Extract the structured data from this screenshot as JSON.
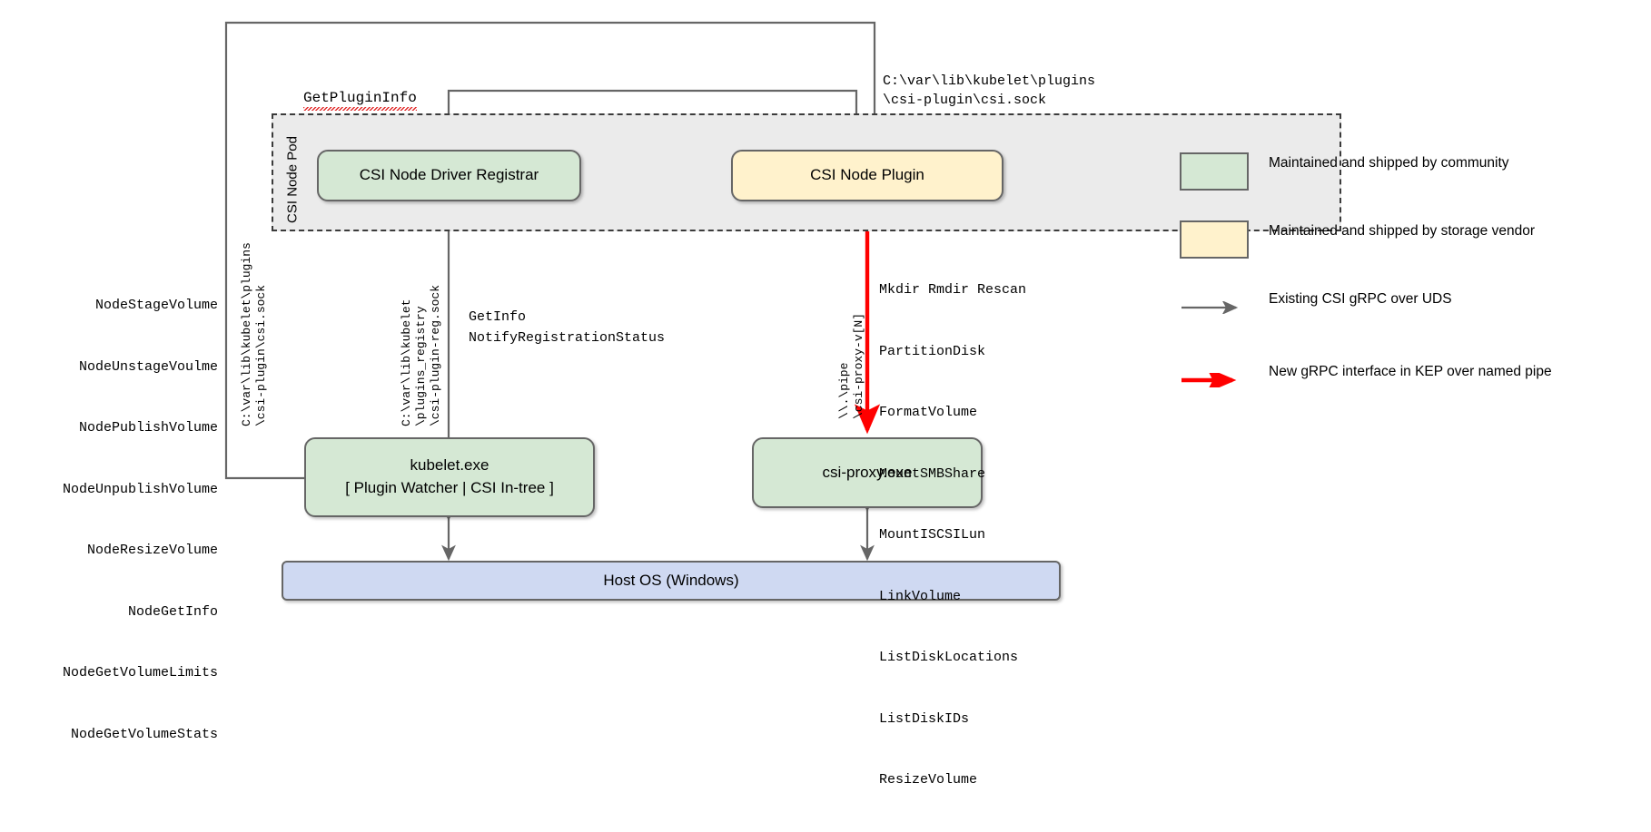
{
  "diagram": {
    "title_container": "CSI Node Pod",
    "nodes": {
      "registrar": "CSI Node Driver Registrar",
      "plugin": "CSI Node Plugin",
      "kubelet_line1": "kubelet.exe",
      "kubelet_line2": "[ Plugin Watcher | CSI In-tree ]",
      "proxy": "csi-proxy.exe",
      "host_os": "Host OS (Windows)"
    },
    "labels": {
      "get_plugin_info": "GetPluginInfo",
      "plugin_socket_path": "C:\\var\\lib\\kubelet\\plugins\n\\csi-plugin\\csi.sock",
      "registrar_calls": "GetInfo\nNotifyRegistrationStatus",
      "csi_uds_path_left": "C:\\var\\lib\\kubelet\\plugins\n\\csi-plugin\\csi.sock",
      "registry_sock_path": "C:\\var\\lib\\kubelet\n\\plugins_registry\n\\csi-plugin-reg.sock",
      "named_pipe_path": "\\\\.\\pipe\n\\csi-proxy-v[N]"
    },
    "node_operations": [
      "NodeStageVolume",
      "NodeUnstageVoulme",
      "NodePublishVolume",
      "NodeUnpublishVolume",
      "NodeResizeVolume",
      "NodeGetInfo",
      "NodeGetVolumeLimits",
      "NodeGetVolumeStats"
    ],
    "proxy_operations": [
      "Mkdir Rmdir Rescan",
      "PartitionDisk",
      "FormatVolume",
      "MountSMBShare",
      "MountISCSILun",
      "LinkVolume",
      "ListDiskLocations",
      "ListDiskIDs",
      "ResizeVolume"
    ],
    "legend": [
      {
        "kind": "swatch",
        "color": "green",
        "text": "Maintained and shipped by community"
      },
      {
        "kind": "swatch",
        "color": "yellow",
        "text": "Maintained and shipped by storage vendor"
      },
      {
        "kind": "arrow",
        "color": "#666666",
        "text": "Existing CSI gRPC over UDS"
      },
      {
        "kind": "arrow",
        "color": "#FF0000",
        "text": "New gRPC interface in KEP over named pipe"
      }
    ],
    "colors": {
      "green_fill": "#d5e8d4",
      "yellow_fill": "#fff2cc",
      "blue_fill": "#cfd9f2",
      "stroke": "#666666",
      "red_arrow": "#FF0000",
      "pod_fill": "#ebebeb"
    }
  }
}
